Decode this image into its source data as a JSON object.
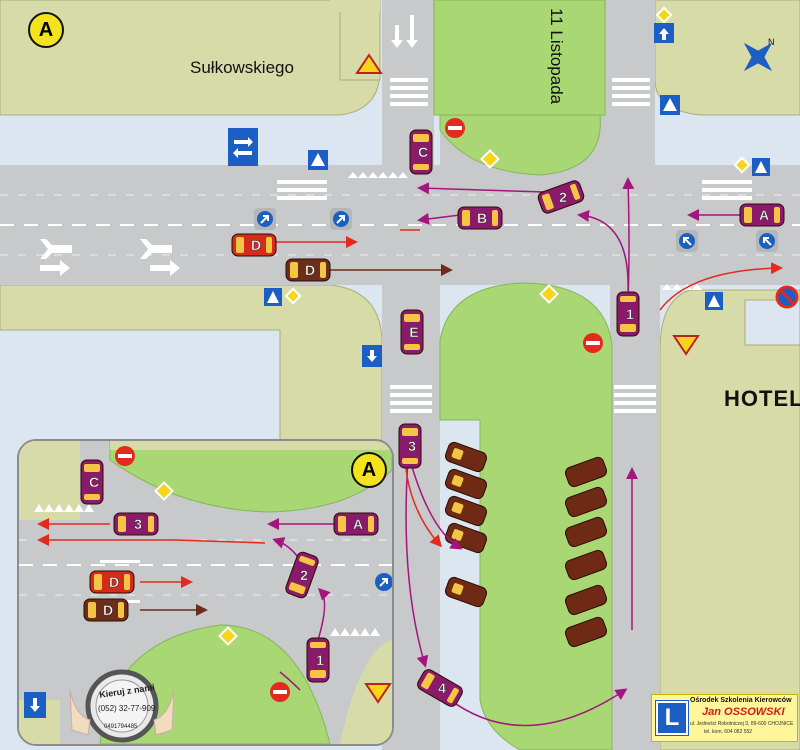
{
  "title": "",
  "scene_badge": "A",
  "streets": {
    "street_west": "Sułkowskiego",
    "street_north": "11 Listopada",
    "hotel": "HOTEL"
  },
  "vehicles_main": [
    {
      "id": "A",
      "color": "#8b1a6b"
    },
    {
      "id": "B",
      "color": "#8b1a6b"
    },
    {
      "id": "C",
      "color": "#8b1a6b"
    },
    {
      "id": "D",
      "color": "#d42b1b"
    },
    {
      "id": "D",
      "color": "#6b2e1a"
    },
    {
      "id": "E",
      "color": "#8b1a6b"
    },
    {
      "id": "1",
      "color": "#8b1a6b"
    },
    {
      "id": "2",
      "color": "#8b1a6b"
    },
    {
      "id": "3",
      "color": "#8b1a6b"
    },
    {
      "id": "4",
      "color": "#8b1a6b"
    }
  ],
  "vehicles_inset": [
    {
      "id": "A",
      "color": "#8b1a6b"
    },
    {
      "id": "C",
      "color": "#8b1a6b"
    },
    {
      "id": "3",
      "color": "#8b1a6b"
    },
    {
      "id": "2",
      "color": "#8b1a6b"
    },
    {
      "id": "1",
      "color": "#8b1a6b"
    },
    {
      "id": "D",
      "color": "#d42b1b"
    },
    {
      "id": "D",
      "color": "#6b2e1a"
    }
  ],
  "stamp": {
    "line1": "Kieruj z nami",
    "line2": "(052) 32-77-909",
    "line3": "0491794485"
  },
  "school": {
    "logo_letter": "L",
    "line1": "Ośrodek Szkolenia Kierowców",
    "line2": "Jan OSSOWSKI",
    "line3": "ul. Jedności Robotniczej 3, 89-600 CHOJNICE",
    "line4": "tel. kom. 604 082 552"
  },
  "colors": {
    "road": "#c8c9cb",
    "sidewalk": "#d7dba8",
    "grass": "#a8d774",
    "background": "#dce6f0",
    "path_purple": "#a3167e",
    "path_red": "#e22a1e",
    "path_brown": "#6b2e1a"
  },
  "icons": [
    "compass-icon",
    "no-entry-icon",
    "priority-road-icon",
    "yield-icon",
    "pedestrian-crossing-icon",
    "keep-right-icon",
    "one-way-icon",
    "no-parking-icon",
    "lane-direction-icon"
  ]
}
